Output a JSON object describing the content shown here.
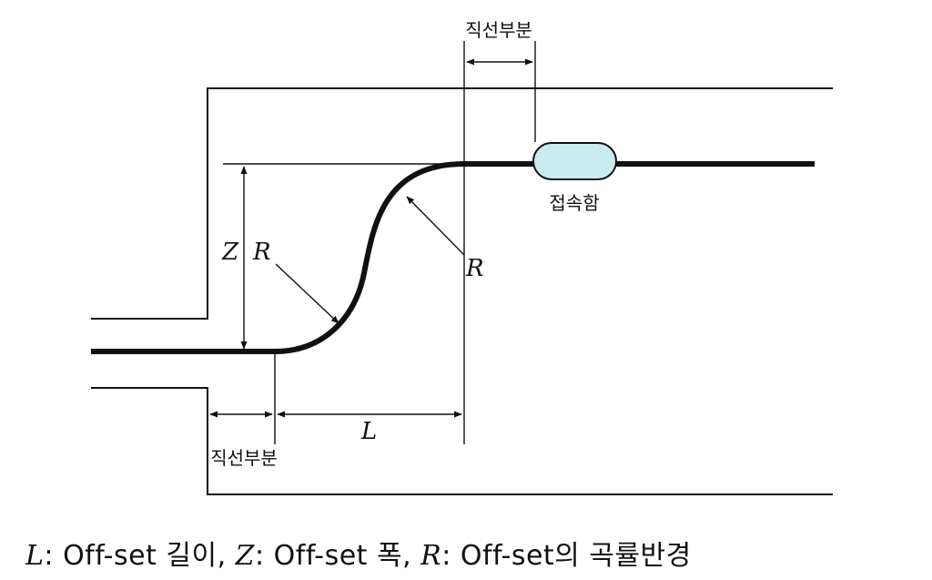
{
  "labels": {
    "straight_top": "직선부분",
    "straight_bottom": "직선부분",
    "joint_box": "접속함",
    "z": "Z",
    "r_left": "R",
    "r_right": "R",
    "l": "L"
  },
  "caption": {
    "l_var": "L",
    "l_text": ": Off-set 길이,",
    "z_var": "Z",
    "z_text": ": Off-set 폭,",
    "r_var": "R",
    "r_text": ": Off-set의 곡률반경"
  },
  "colors": {
    "line": "#111111",
    "joint_fill": "#c9ecef"
  }
}
